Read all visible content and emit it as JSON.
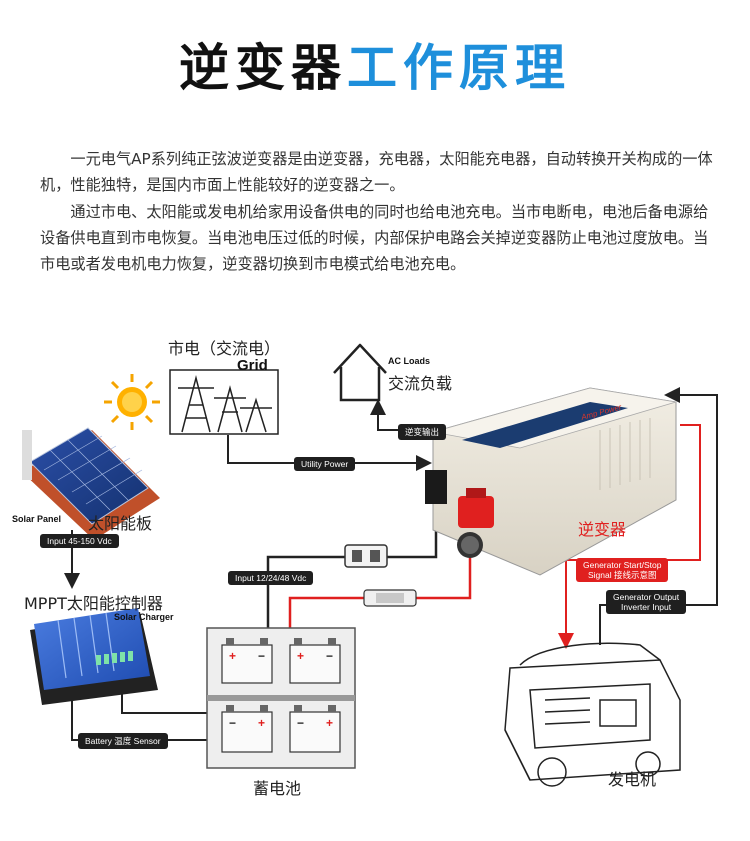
{
  "title": {
    "part1": "逆变器",
    "part2": "工作原理"
  },
  "paragraphs": [
    "一元电气AP系列纯正弦波逆变器是由逆变器，充电器，太阳能充电器，自动转换开关构成的一体机，性能独特，是国内市面上性能较好的逆变器之一。",
    "通过市电、太阳能或发电机给家用设备供电的同时也给电池充电。当市电断电，电池后备电源给设备供电直到市电恢复。当电池电压过低的时候，内部保护电路会关掉逆变器防止电池过度放电。当市电或者发电机电力恢复，逆变器切换到市电模式给电池充电。"
  ],
  "diagram": {
    "grid_cn": "市电（交流电）",
    "grid_en": "Grid",
    "ac_loads_en": "AC Loads",
    "ac_loads_cn": "交流负载",
    "inverter_output": "逆变输出",
    "utility_power": "Utility Power",
    "solar_panel_en": "Solar Panel",
    "solar_panel_cn": "太阳能板",
    "input_pv": "Input 45-150 Vdc",
    "input_batt": "Input 12/24/48 Vdc",
    "mppt_label": "MPPT太阳能控制器",
    "solar_charger": "Solar Charger",
    "battery_sensor": "Battery 温度 Sensor",
    "battery_cn": "蓄电池",
    "inverter_cn": "逆变器",
    "inverter_brand": "Amp Power",
    "gen_signal_line1": "Generator Start/Stop",
    "gen_signal_line2": "Signal 接线示意图",
    "gen_output_line1": "Generator Output",
    "gen_output_line2": "Inverter Input",
    "generator_cn": "发电机"
  },
  "colors": {
    "title_black": "#111111",
    "title_blue": "#1e8fdb",
    "wire_red": "#e0201f",
    "wire_black": "#222222",
    "label_red": "#e0201f"
  },
  "icons": [
    "sun-icon",
    "house-icon",
    "pylon-icon",
    "solar-panel-icon",
    "mppt-controller-icon",
    "battery-icon",
    "inverter-icon",
    "fuse-icon",
    "breaker-icon",
    "generator-icon"
  ]
}
